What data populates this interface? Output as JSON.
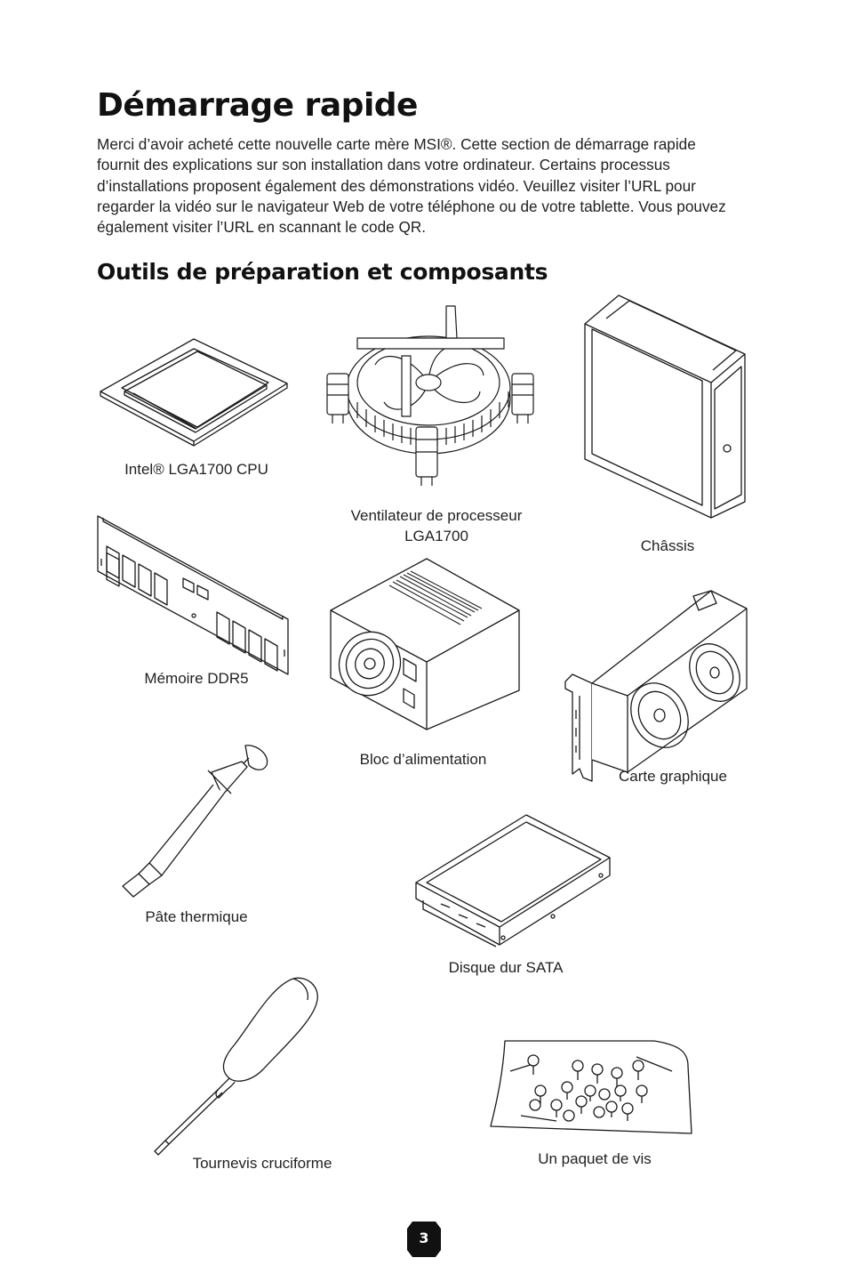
{
  "page": {
    "title": "Démarrage rapide",
    "intro": "Merci d’avoir acheté cette nouvelle carte mère MSI®. Cette section de démarrage rapide fournit des explications sur son installation dans votre ordinateur. Certains processus d’installations proposent également des démonstrations vidéo. Veuillez visiter l’URL pour regarder la vidéo sur le navigateur Web de votre téléphone ou de votre tablette. Vous pouvez également visiter l’URL en scannant le code QR.",
    "subtitle": "Outils de préparation et composants",
    "page_number": "3"
  },
  "items": {
    "cpu": {
      "label": "Intel® LGA1700 CPU",
      "icon": "cpu-icon"
    },
    "cooler": {
      "label_line1": "Ventilateur de processeur",
      "label_line2": "LGA1700",
      "icon": "cpu-cooler-icon"
    },
    "chassis": {
      "label": "Châssis",
      "icon": "chassis-icon"
    },
    "memory": {
      "label": "Mémoire DDR5",
      "icon": "ddr5-memory-icon"
    },
    "psu": {
      "label": "Bloc d’alimentation",
      "icon": "power-supply-icon"
    },
    "gpu": {
      "label": "Carte graphique",
      "icon": "graphics-card-icon"
    },
    "thermal_paste": {
      "label": "Pâte thermique",
      "icon": "thermal-paste-icon"
    },
    "hdd": {
      "label": "Disque dur SATA",
      "icon": "hard-drive-icon"
    },
    "screwdriver": {
      "label": "Tournevis cruciforme",
      "icon": "screwdriver-icon"
    },
    "screws": {
      "label": "Un paquet de vis",
      "icon": "screws-pack-icon"
    }
  },
  "colors": {
    "text": "#222222",
    "line": "#1a1a1a",
    "badge": "#111111"
  }
}
